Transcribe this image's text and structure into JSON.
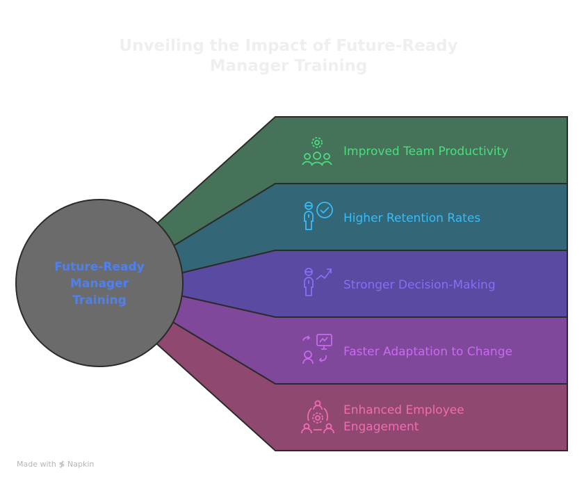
{
  "title": {
    "line1": "Unveiling the Impact of Future-Ready",
    "line2": "Manager Training"
  },
  "center": {
    "line1": "Future-Ready",
    "line2": "Manager",
    "line3": "Training",
    "fill": "#6b6b6b",
    "text_color": "#4f80f0"
  },
  "items": [
    {
      "label": "Improved Team Productivity",
      "icon": "team-gear-icon",
      "fill": "#46725a",
      "color": "#4ade80"
    },
    {
      "label": "Higher Retention Rates",
      "icon": "person-check-icon",
      "fill": "#336676",
      "color": "#38bdf8"
    },
    {
      "label": "Stronger Decision-Making",
      "icon": "person-growth-icon",
      "fill": "#5a4aa2",
      "color": "#8b6cf6"
    },
    {
      "label": "Faster Adaptation to Change",
      "icon": "adaptation-icon",
      "fill": "#80489a",
      "color": "#c86af0"
    },
    {
      "label": "Enhanced Employee",
      "label2": "Engagement",
      "icon": "engagement-icon",
      "fill": "#8f4870",
      "color": "#f06cb0"
    }
  ],
  "footer": {
    "text": "Made with",
    "brand": "Napkin"
  }
}
